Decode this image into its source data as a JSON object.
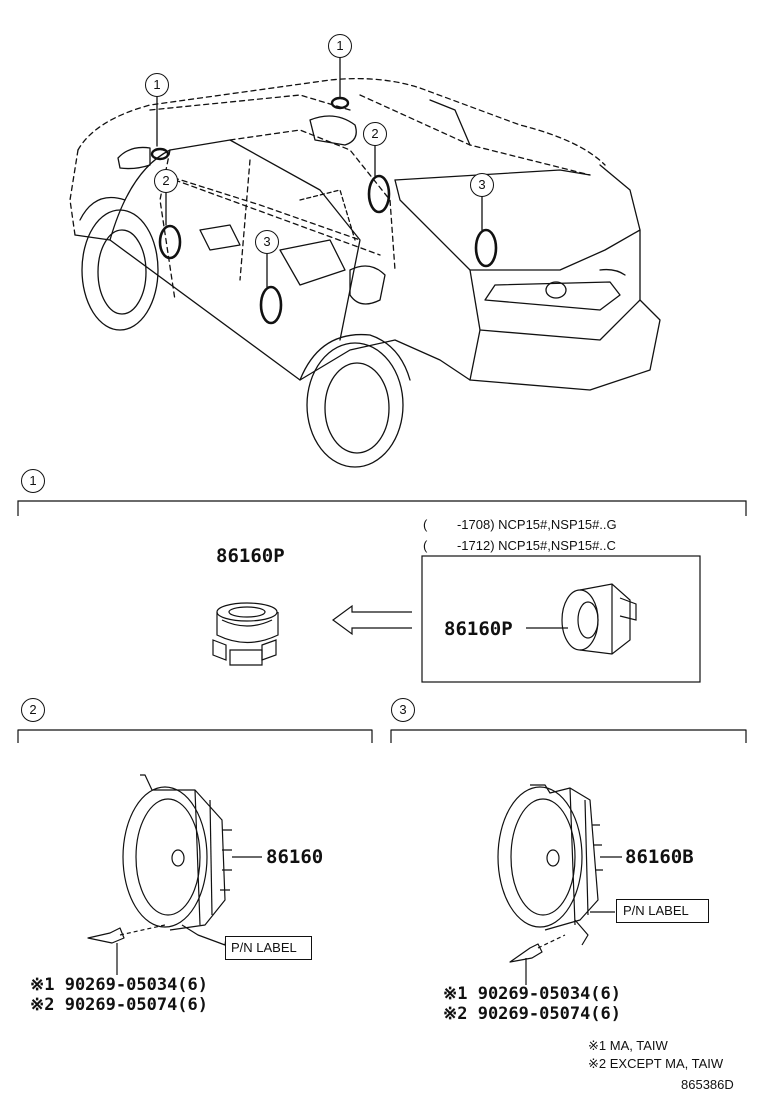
{
  "callouts": {
    "one": "1",
    "two": "2",
    "three": "3"
  },
  "section1": {
    "number": "1",
    "note_line1": "(　　 -1708) NCP15#,NSP15#..G",
    "note_line2": "(　　 -1712) NCP15#,NSP15#..C",
    "part_left": "86160P",
    "part_right": "86160P"
  },
  "section2": {
    "number": "2",
    "part": "86160",
    "label": "P/N LABEL",
    "screw_line1": "※1 90269-05034(6)",
    "screw_line2": "※2 90269-05074(6)"
  },
  "section3": {
    "number": "3",
    "part": "86160B",
    "label": "P/N LABEL",
    "screw_line1": "※1 90269-05034(6)",
    "screw_line2": "※2 90269-05074(6)"
  },
  "footnotes": {
    "note1": "※1  MA, TAIW",
    "note2": "※2  EXCEPT MA, TAIW",
    "figure_id": "865386D"
  }
}
